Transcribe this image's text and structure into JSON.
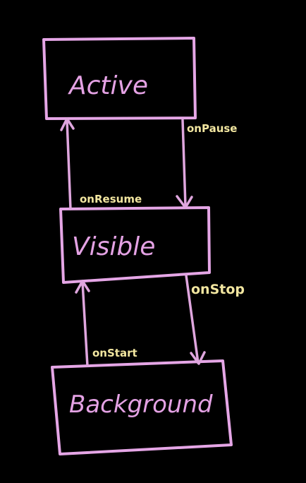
{
  "states": {
    "active": "Active",
    "visible": "Visible",
    "background": "Background"
  },
  "transitions": {
    "on_pause": "onPause",
    "on_resume": "onResume",
    "on_stop": "onStop",
    "on_start": "onStart"
  },
  "colors": {
    "background": "#000000",
    "state_stroke": "#e5a6e6",
    "label_chalk": "#f2e6a0"
  }
}
